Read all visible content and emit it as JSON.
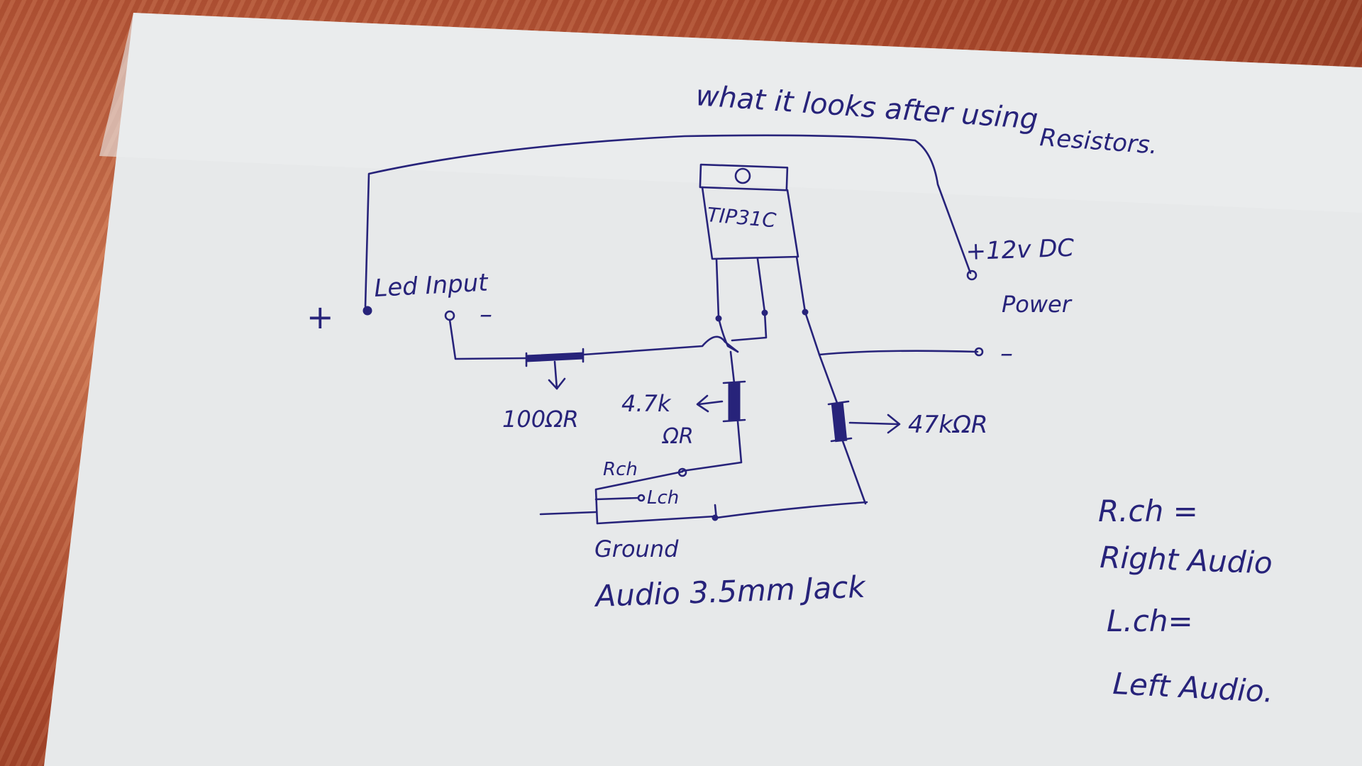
{
  "title": [
    "what it looks after using",
    "Resistors."
  ],
  "transistor": "TIP31C",
  "led_input": {
    "label": "Led Input",
    "plus": "+",
    "minus": "–"
  },
  "power": {
    "voltage": "+12v DC",
    "label": "Power",
    "minus": "–"
  },
  "resistors": {
    "r100": "100ΩR",
    "r47k_left": "4.7k",
    "r47k_left_unit": "ΩR",
    "r47k_right": "47kΩR"
  },
  "jack": {
    "rch": "Rch",
    "lch": "Lch",
    "ground": "Ground",
    "caption": "Audio 3.5mm Jack"
  },
  "legend": [
    "R.ch =",
    "Right Audio",
    "L.ch=",
    "Left Audio."
  ],
  "colors": {
    "ink": "#27237a",
    "paper": "#e9ebec",
    "fabric": "#b8573a"
  }
}
